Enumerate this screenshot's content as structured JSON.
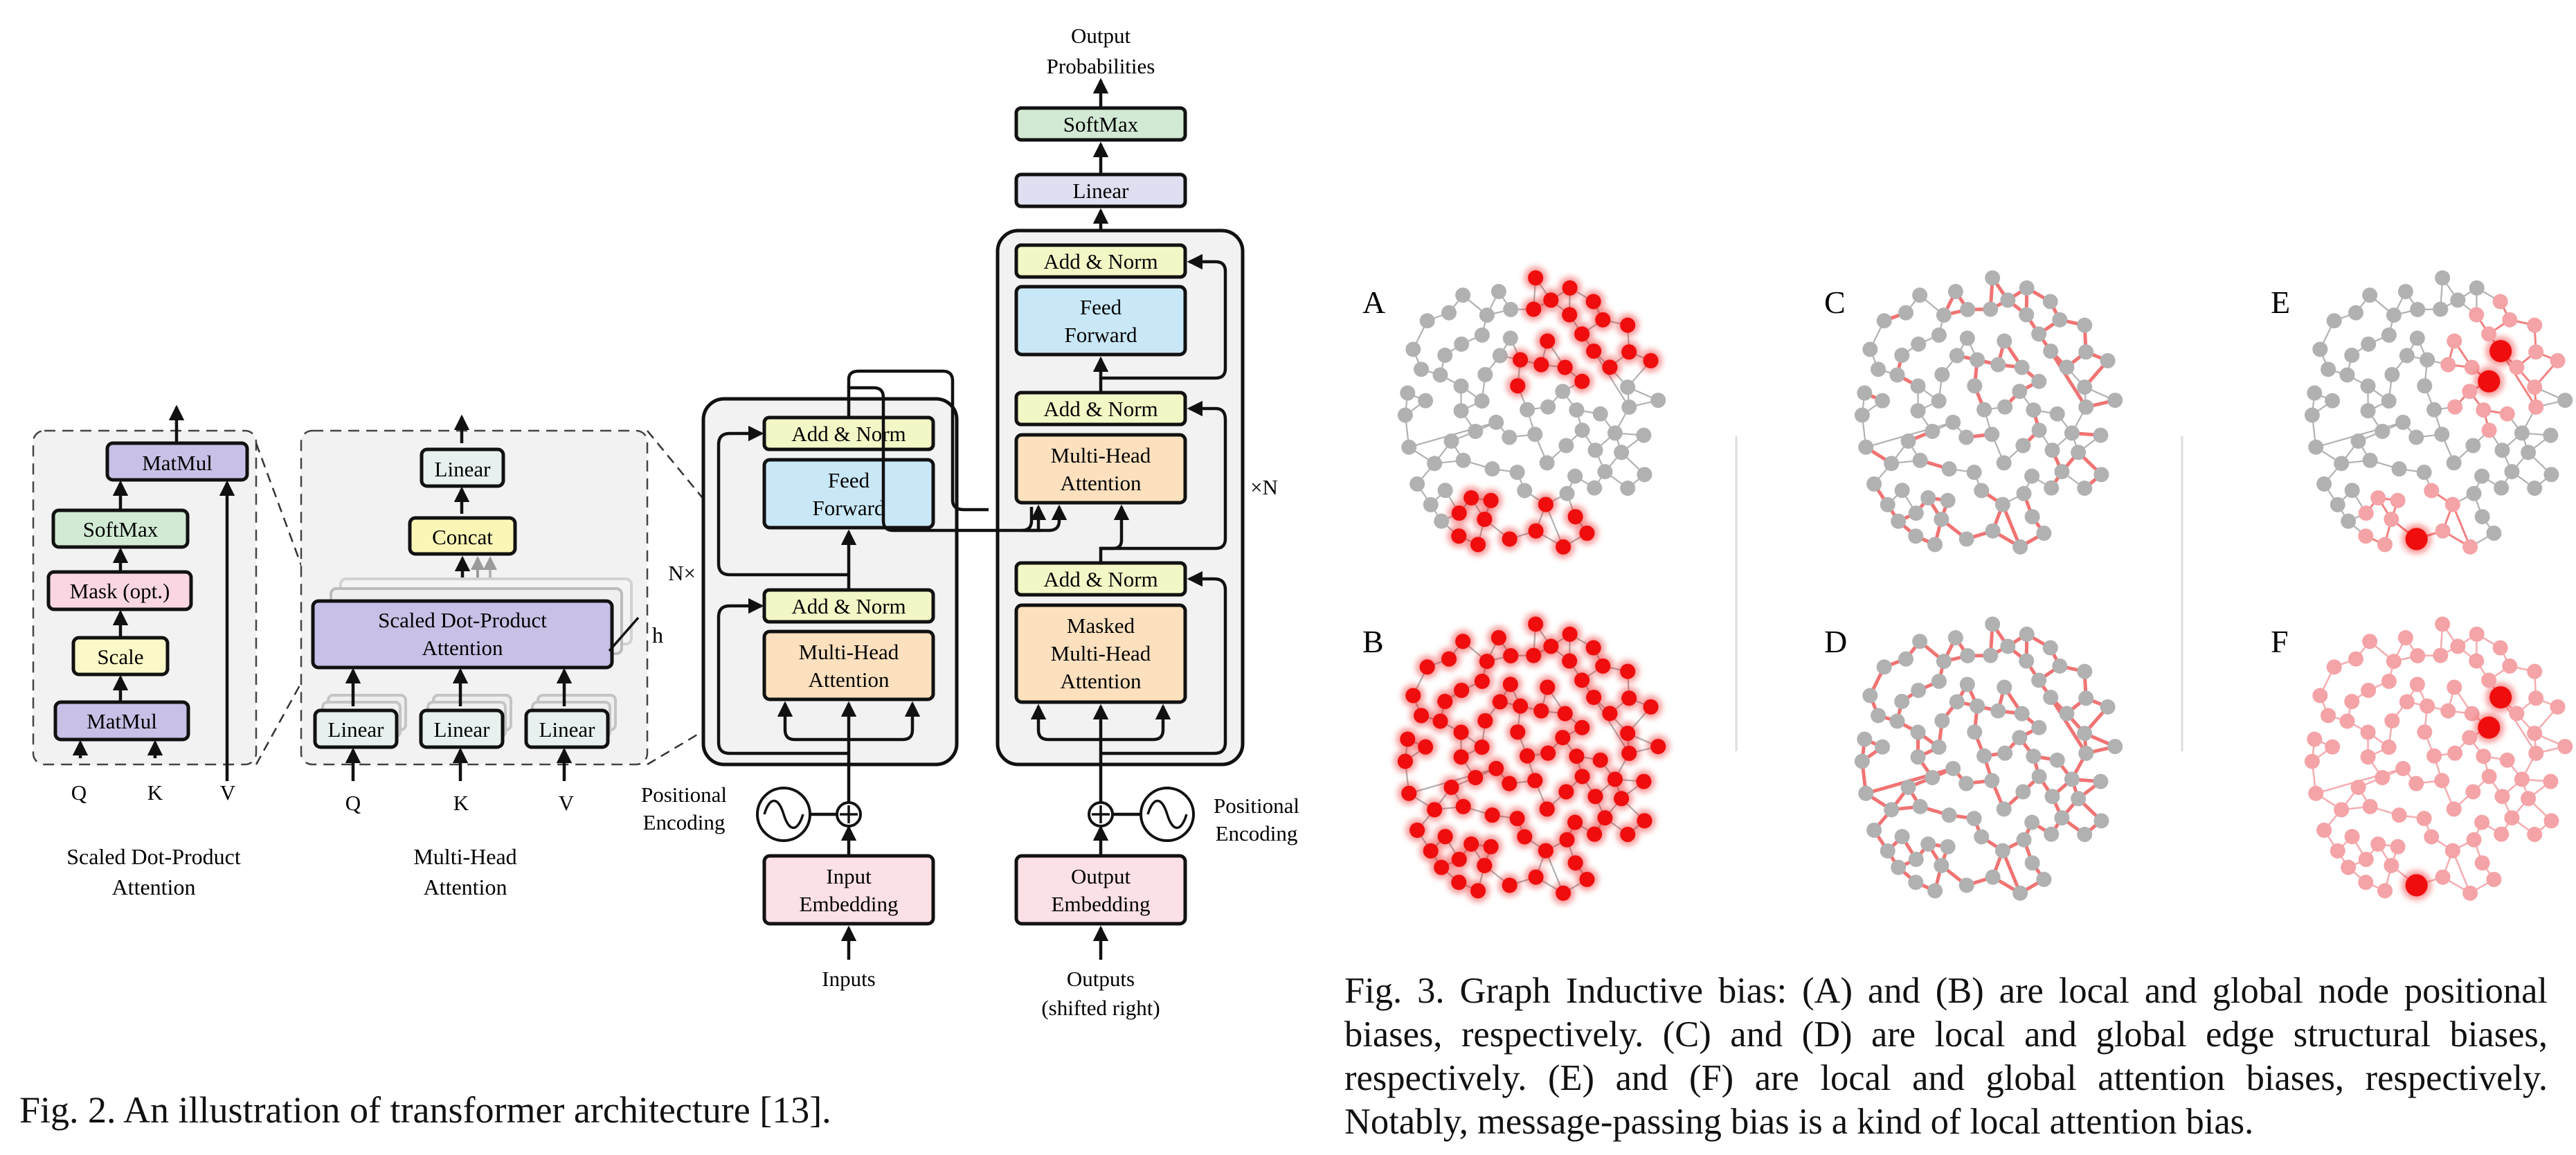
{
  "colors": {
    "linear": "#e7f0ee",
    "softmax": "#d2ead4",
    "mask": "#f9d6e1",
    "scale": "#fcf9c8",
    "matmul": "#c8c0e6",
    "concat": "#fcf6b6",
    "add_norm": "#f3f7c6",
    "feed_forward": "#c9e8f7",
    "attention": "#fde0be",
    "embedding": "#fbe0e5",
    "out_linear": "#dedff0",
    "panel_fill": "#f2f2f2",
    "node_gray": "#b1b1b1",
    "node_red": "#ef0d0d",
    "node_pink": "#f4a3a7",
    "edge_red": "#f07373",
    "edge_gray": "#9e9e9e"
  },
  "icons": [
    "sine-wave-icon",
    "plus-circle-icon"
  ],
  "fig2": {
    "caption": "Fig. 2.   An illustration of transformer architecture [13].",
    "sdpa": {
      "title_line1": "Scaled Dot-Product",
      "title_line2": "Attention",
      "matmul_top": "MatMul",
      "softmax": "SoftMax",
      "mask": "Mask (opt.)",
      "scale": "Scale",
      "matmul_bottom": "MatMul",
      "q": "Q",
      "k": "K",
      "v": "V"
    },
    "mha": {
      "title_line1": "Multi-Head",
      "title_line2": "Attention",
      "linear_top": "Linear",
      "concat": "Concat",
      "sdpa_line1": "Scaled Dot-Product",
      "sdpa_line2": "Attention",
      "h": "h",
      "linear_q": "Linear",
      "linear_k": "Linear",
      "linear_v": "Linear",
      "q": "Q",
      "k": "K",
      "v": "V"
    },
    "encoder": {
      "nx": "N×",
      "add_norm_top": "Add & Norm",
      "ff_line1": "Feed",
      "ff_line2": "Forward",
      "add_norm_bottom": "Add & Norm",
      "mha_line1": "Multi-Head",
      "mha_line2": "Attention",
      "pos_line1": "Positional",
      "pos_line2": "Encoding",
      "emb_line1": "Input",
      "emb_line2": "Embedding",
      "inputs": "Inputs"
    },
    "decoder": {
      "out_line1": "Output",
      "out_line2": "Probabilities",
      "softmax": "SoftMax",
      "linear": "Linear",
      "add_norm_1": "Add & Norm",
      "ff_line1": "Feed",
      "ff_line2": "Forward",
      "add_norm_2": "Add & Norm",
      "mha_line1": "Multi-Head",
      "mha_line2": "Attention",
      "add_norm_3": "Add & Norm",
      "masked_line1": "Masked",
      "masked_line2": "Multi-Head",
      "masked_line3": "Attention",
      "nx": "×N",
      "pos_line1": "Positional",
      "pos_line2": "Encoding",
      "emb_line1": "Output",
      "emb_line2": "Embedding",
      "outputs_line1": "Outputs",
      "outputs_line2": "(shifted right)"
    }
  },
  "fig3": {
    "caption": "Fig. 3.  Graph Inductive bias: (A) and (B) are local and global node positional biases, respectively. (C) and (D) are local and global edge structural biases, respectively. (E) and (F) are local and global attention biases, respectively. Notably, message-passing bias is a kind of local attention bias.",
    "panels": [
      {
        "label": "A",
        "style": "node-local"
      },
      {
        "label": "B",
        "style": "node-global"
      },
      {
        "label": "C",
        "style": "edge-local"
      },
      {
        "label": "D",
        "style": "edge-global"
      },
      {
        "label": "E",
        "style": "attention-local"
      },
      {
        "label": "F",
        "style": "attention-global"
      }
    ]
  }
}
